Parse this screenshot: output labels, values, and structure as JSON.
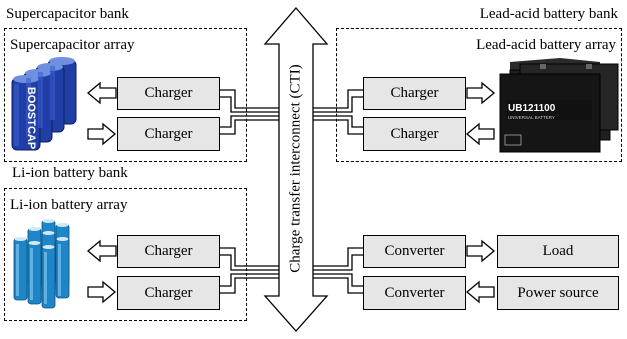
{
  "title_supercap_bank": "Supercapacitor bank",
  "title_leadacid_bank": "Lead-acid battery bank",
  "title_liion_bank": "Li-ion battery bank",
  "supercap_array": "Supercapacitor array",
  "leadacid_array": "Lead-acid battery array",
  "liion_array": "Li-ion battery array",
  "charger": "Charger",
  "converter": "Converter",
  "load": "Load",
  "power_source": "Power source",
  "cti": "Charge transfer interconnect (CTI)",
  "supercap_image_text": "BOOSTCAP",
  "leadacid_image_text": "UB121100",
  "leadacid_image_subtext": "UNIVERSAL BATTERY",
  "colors": {
    "box_fill": "#e6e6e6",
    "supercap_blue": "#1f3fa6",
    "liion_blue": "#1e86c8",
    "battery_black": "#1a1a1a"
  }
}
